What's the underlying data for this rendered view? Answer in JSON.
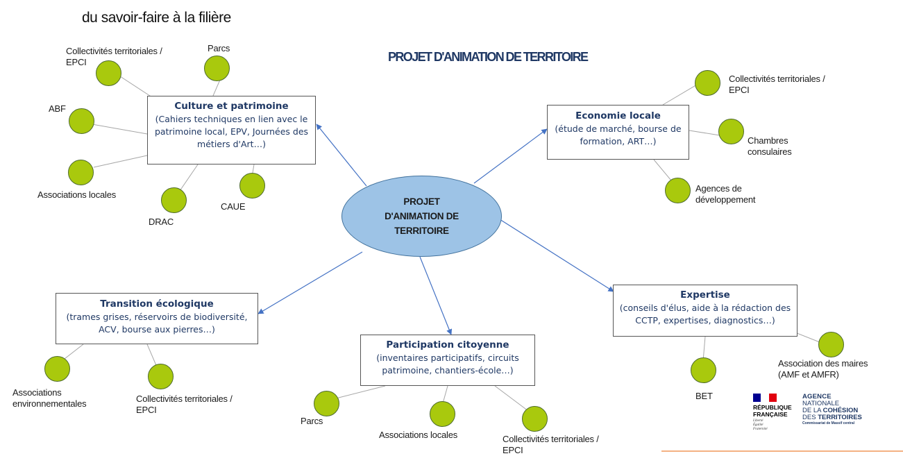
{
  "header": {
    "subtitle": "du savoir-faire à la filière",
    "title": "PROJET D'ANIMATION DE TERRITOIRE"
  },
  "hub": {
    "label": "PROJET\nD'ANIMATION DE\nTERRITOIRE"
  },
  "boxes": {
    "culture": {
      "title": "Culture et patrimoine",
      "desc": "(Cahiers techniques en lien avec le patrimoine local, EPV, Journées des métiers d'Art…)"
    },
    "economie": {
      "title": "Economie locale",
      "desc": "(étude de marché, bourse de formation, ART…)"
    },
    "transition": {
      "title": "Transition écologique",
      "desc": "(trames grises, réservoirs de biodiversité, ACV, bourse aux pierres…)"
    },
    "participation": {
      "title": "Participation citoyenne",
      "desc": "(inventaires participatifs, circuits patrimoine, chantiers-école…)"
    },
    "expertise": {
      "title": "Expertise",
      "desc": "(conseils d'élus, aide à la rédaction des CCTP, expertises, diagnostics…)"
    }
  },
  "labels": {
    "culture_collectivites": "Collectivités territoriales /\nEPCI",
    "culture_parcs": "Parcs",
    "culture_abf": "ABF",
    "culture_associations": "Associations locales",
    "culture_drac": "DRAC",
    "culture_caue": "CAUE",
    "eco_collectivites": "Collectivités territoriales /\nEPCI",
    "eco_chambres": "Chambres\nconsulaires",
    "eco_agences": "Agences de\ndéveloppement",
    "trans_associations": "Associations\nenvironnementales",
    "trans_collectivites": "Collectivités territoriales /\nEPCI",
    "part_parcs": "Parcs",
    "part_associations": "Associations locales",
    "part_collectivites": "Collectivités territoriales /\nEPCI",
    "exp_bet": "BET",
    "exp_maires": "Association des maires\n(AMF et AMFR)"
  },
  "logo": {
    "republique": "RÉPUBLIQUE\nFRANÇAISE",
    "devise": "Liberté\nÉgalité\nFraternité",
    "agence_l1": "AGENCE",
    "agence_l2": "NATIONALE",
    "agence_l3a": "DE LA ",
    "agence_l3b": "COHÉSION",
    "agence_l4a": "DES ",
    "agence_l4b": "TERRITOIRES",
    "agence_sub": "Commissariat de Massif central"
  },
  "colors": {
    "node_fill": "#a9c90d",
    "hub_fill": "#9dc3e6",
    "arrow": "#4472c4",
    "title_text": "#1f3864"
  }
}
